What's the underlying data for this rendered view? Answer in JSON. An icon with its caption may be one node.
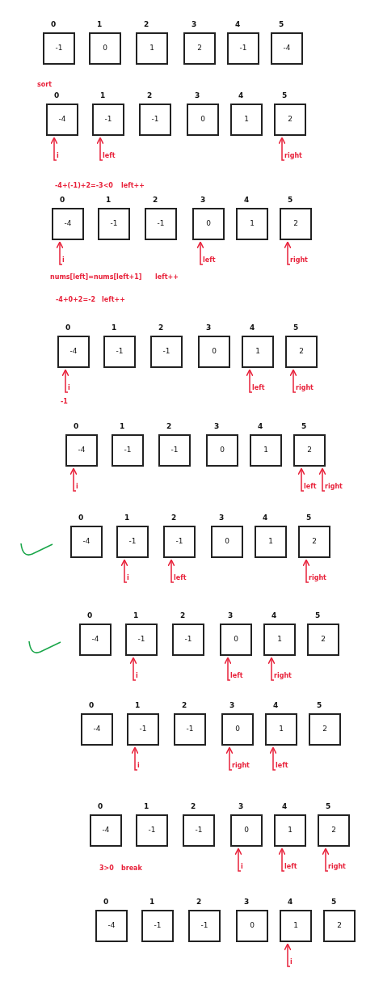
{
  "diagram": {
    "nodes": [
      {
        "text": [
          "-1"
        ],
        "beside": [
          "0"
        ]
      },
      {
        "text": [
          "0"
        ],
        "beside": [
          "1"
        ]
      },
      {
        "text": [
          "1"
        ],
        "beside": [
          "2"
        ]
      },
      {
        "text": [
          "2"
        ],
        "beside": [
          "3"
        ]
      },
      {
        "text": [
          "-1"
        ],
        "beside": [
          "4"
        ]
      },
      {
        "text": [
          "-4"
        ],
        "beside": [
          "5"
        ]
      },
      {
        "text": [
          "-4"
        ],
        "beside": [
          "0"
        ]
      },
      {
        "text": [
          "-1"
        ],
        "beside": [
          "1"
        ]
      },
      {
        "text": [
          "-1"
        ],
        "beside": [
          "2"
        ]
      },
      {
        "text": [
          "0"
        ],
        "beside": [
          "3"
        ]
      },
      {
        "text": [
          "1"
        ],
        "beside": [
          "4"
        ]
      },
      {
        "text": [
          "2"
        ],
        "beside": [
          "5"
        ]
      },
      {
        "text": [
          "i"
        ]
      },
      {
        "text": [
          "left"
        ]
      },
      {
        "text": [
          "right"
        ]
      },
      {
        "text": [
          "-4"
        ],
        "beside": [
          "0"
        ]
      },
      {
        "text": [
          "-1"
        ],
        "beside": [
          "1"
        ]
      },
      {
        "text": [
          "-1"
        ],
        "beside": [
          "2"
        ]
      },
      {
        "text": [
          "0"
        ],
        "beside": [
          "3"
        ]
      },
      {
        "text": [
          "1"
        ],
        "beside": [
          "4"
        ]
      },
      {
        "text": [
          "2"
        ],
        "beside": [
          "5"
        ]
      },
      {
        "text": [
          "i"
        ]
      },
      {
        "text": [
          "left"
        ]
      },
      {
        "text": [
          "right"
        ]
      },
      {
        "text": [
          "-4"
        ],
        "beside": [
          "0"
        ]
      },
      {
        "text": [
          "-1"
        ],
        "beside": [
          "1"
        ]
      },
      {
        "text": [
          "-1"
        ],
        "beside": [
          "2"
        ]
      },
      {
        "text": [
          "0"
        ],
        "beside": [
          "3"
        ]
      },
      {
        "text": [
          "1"
        ],
        "beside": [
          "4"
        ]
      },
      {
        "text": [
          "2"
        ],
        "beside": [
          "5"
        ]
      },
      {
        "text": [
          "i"
        ]
      },
      {
        "text": [
          "left"
        ]
      },
      {
        "text": [
          "right"
        ]
      },
      {
        "text": [
          "-4"
        ],
        "beside": [
          "0"
        ]
      },
      {
        "text": [
          "-1"
        ],
        "beside": [
          "1"
        ]
      },
      {
        "text": [
          "-1"
        ],
        "beside": [
          "2"
        ]
      },
      {
        "text": [
          "0"
        ],
        "beside": [
          "3"
        ]
      },
      {
        "text": [
          "1"
        ],
        "beside": [
          "4"
        ]
      },
      {
        "text": [
          "2"
        ],
        "beside": [
          "5"
        ]
      },
      {
        "text": [
          "i"
        ]
      },
      {
        "text": [
          "left"
        ]
      },
      {
        "text": [
          "right"
        ]
      },
      {
        "text": [
          "-4"
        ],
        "beside": [
          "0"
        ]
      },
      {
        "text": [
          "-1"
        ],
        "beside": [
          "1"
        ]
      },
      {
        "text": [
          "-1"
        ],
        "beside": [
          "2"
        ]
      },
      {
        "text": [
          "0"
        ],
        "beside": [
          "3"
        ]
      },
      {
        "text": [
          "1"
        ],
        "beside": [
          "4"
        ]
      },
      {
        "text": [
          "2"
        ],
        "beside": [
          "5"
        ]
      },
      {
        "text": [
          "i"
        ]
      },
      {
        "text": [
          "left"
        ]
      },
      {
        "text": [
          "right"
        ]
      },
      {
        "text": [
          "-4"
        ],
        "beside": [
          "0"
        ]
      },
      {
        "text": [
          "-1"
        ],
        "beside": [
          "1"
        ]
      },
      {
        "text": [
          "-1"
        ],
        "beside": [
          "2"
        ]
      },
      {
        "text": [
          "0"
        ],
        "beside": [
          "3"
        ]
      },
      {
        "text": [
          "1"
        ],
        "beside": [
          "4"
        ]
      },
      {
        "text": [
          "2"
        ],
        "beside": [
          "5"
        ]
      },
      {
        "text": [
          "i"
        ]
      },
      {
        "text": [
          "left"
        ]
      },
      {
        "text": [
          "right"
        ]
      },
      {
        "text": [
          "-4"
        ],
        "beside": [
          "0"
        ]
      },
      {
        "text": [
          "-1"
        ],
        "beside": [
          "1"
        ]
      },
      {
        "text": [
          "-1"
        ],
        "beside": [
          "2"
        ]
      },
      {
        "text": [
          "0"
        ],
        "beside": [
          "3"
        ]
      },
      {
        "text": [
          "1"
        ],
        "beside": [
          "4"
        ]
      },
      {
        "text": [
          "2"
        ],
        "beside": [
          "5"
        ]
      },
      {
        "text": [
          "i"
        ]
      },
      {
        "text": [
          "right"
        ]
      },
      {
        "text": [
          "left"
        ]
      },
      {
        "text": [
          "-4"
        ],
        "beside": [
          "0"
        ]
      },
      {
        "text": [
          "-1"
        ],
        "beside": [
          "1"
        ]
      },
      {
        "text": [
          "-1"
        ],
        "beside": [
          "2"
        ]
      },
      {
        "text": [
          "0"
        ],
        "beside": [
          "3"
        ]
      },
      {
        "text": [
          "1"
        ],
        "beside": [
          "4"
        ]
      },
      {
        "text": [
          "2"
        ],
        "beside": [
          "5"
        ]
      },
      {
        "text": [
          "i"
        ]
      },
      {
        "text": [
          "left"
        ]
      },
      {
        "text": [
          "right"
        ]
      },
      {
        "text": [
          "-4"
        ],
        "beside": [
          "0"
        ]
      },
      {
        "text": [
          "-1"
        ],
        "beside": [
          "1"
        ]
      },
      {
        "text": [
          "-1"
        ],
        "beside": [
          "2"
        ]
      },
      {
        "text": [
          "0"
        ],
        "beside": [
          "3"
        ]
      },
      {
        "text": [
          "1"
        ],
        "beside": [
          "4"
        ]
      },
      {
        "text": [
          "2"
        ],
        "beside": [
          "5"
        ]
      },
      {
        "text": [
          "i"
        ]
      }
    ],
    "edges": [
      {
        "from": 12,
        "to": 6,
        "arrow": "to"
      },
      {
        "from": 13,
        "to": 7,
        "arrow": "to"
      },
      {
        "from": 14,
        "to": 11,
        "arrow": "to"
      },
      {
        "from": 21,
        "to": 15,
        "arrow": "to"
      },
      {
        "from": 22,
        "to": 18,
        "arrow": "to"
      },
      {
        "from": 23,
        "to": 20,
        "arrow": "to"
      },
      {
        "from": 30,
        "to": 24,
        "arrow": "to"
      },
      {
        "from": 31,
        "to": 28,
        "arrow": "to"
      },
      {
        "from": 32,
        "to": 29,
        "arrow": "to"
      },
      {
        "from": 39,
        "to": 33,
        "arrow": "to"
      },
      {
        "from": 40,
        "to": 38,
        "arrow": "to"
      },
      {
        "from": 41,
        "to": 38,
        "arrow": "to"
      },
      {
        "from": 48,
        "to": 43,
        "arrow": "to"
      },
      {
        "from": 49,
        "to": 44,
        "arrow": "to"
      },
      {
        "from": 50,
        "to": 47,
        "arrow": "to"
      },
      {
        "from": 57,
        "to": 52,
        "arrow": "to"
      },
      {
        "from": 58,
        "to": 54,
        "arrow": "to"
      },
      {
        "from": 59,
        "to": 55,
        "arrow": "to"
      },
      {
        "from": 66,
        "to": 61,
        "arrow": "to"
      },
      {
        "from": 67,
        "to": 63,
        "arrow": "to"
      },
      {
        "from": 68,
        "to": 64,
        "arrow": "to"
      },
      {
        "from": 75,
        "to": 72,
        "arrow": "to"
      },
      {
        "from": 76,
        "to": 73,
        "arrow": "to"
      },
      {
        "from": 77,
        "to": 74,
        "arrow": "to"
      },
      {
        "from": 84,
        "to": 82,
        "arrow": "to"
      }
    ],
    "labels": [
      "sort",
      "-4+(-1)+2=-3<0",
      "left++",
      "nums[left]=nums[left+1]",
      "left++",
      "-4+0+2=-2",
      "left++",
      "-1",
      "3>0",
      "break"
    ]
  }
}
